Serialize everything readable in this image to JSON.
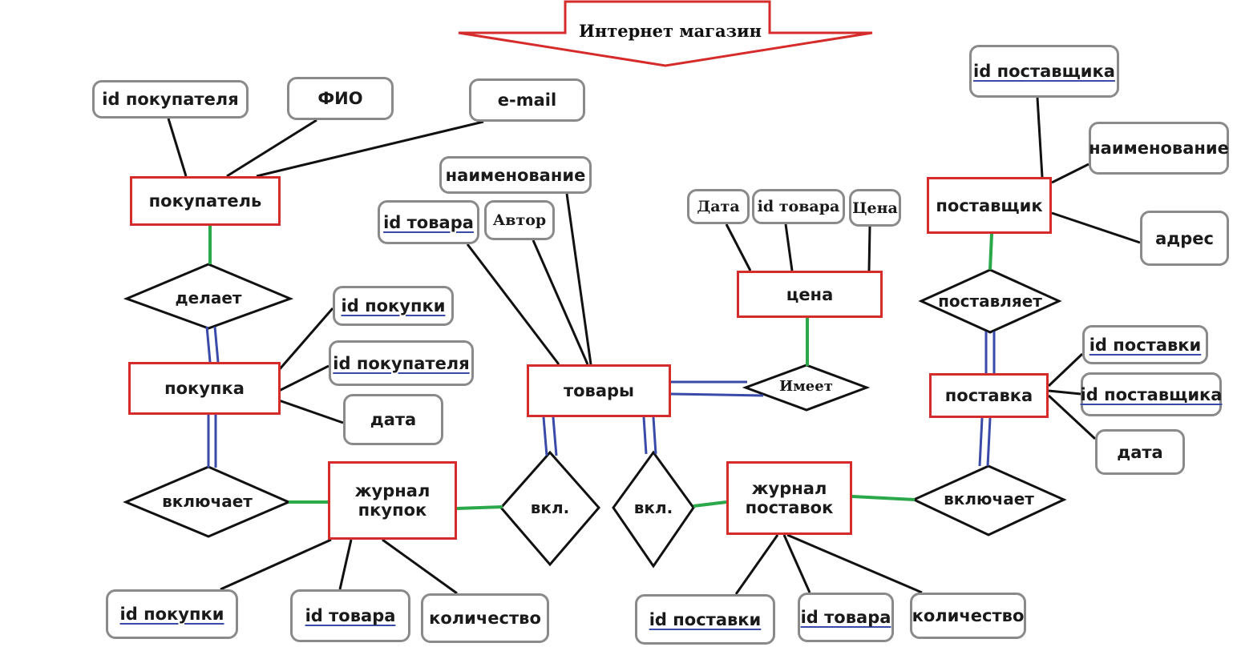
{
  "title": "Интернет магазин",
  "colors": {
    "entity_border": "#d62b2b",
    "attribute_border": "#8a8a8a",
    "identifying_link": "#3a4aa8",
    "relationship_link": "#2aa84a",
    "attribute_link": "#111111"
  },
  "entities": {
    "pokupatel": "покупатель",
    "pokupka": "покупка",
    "zhurnal_pokupok": "журнал пкупок",
    "tovary": "товары",
    "tsena": "цена",
    "postavshchik": "поставщик",
    "postavka": "поставка",
    "zhurnal_postavok": "журнал поставок"
  },
  "relationships": {
    "delaet": "делает",
    "vklyuchaet_left": "включает",
    "vkl_left": "вкл.",
    "vkl_right": "вкл.",
    "imeet": "Имеет",
    "postavlyaet": "поставляет",
    "vklyuchaet_right": "включает"
  },
  "attributes": {
    "pokupatel": {
      "id": "id покупателя",
      "fio": "ФИО",
      "email": "e-mail"
    },
    "pokupka": {
      "id": "id покупки",
      "id_pokupatelya": "id покупателя",
      "data": "дата"
    },
    "tovary": {
      "id": "id товара",
      "naimenovanie": "наименование",
      "avtor": "Автор"
    },
    "tsena": {
      "data": "Дата",
      "id_tovara": "id товара",
      "tsena": "Цена"
    },
    "postavshchik": {
      "id": "id поставщика",
      "naimenovanie": "наименование",
      "adres": "адрес"
    },
    "postavka": {
      "id": "id поставки",
      "id_postavshchika": "id поставщика",
      "data": "дата"
    },
    "zhurnal_pokupok": {
      "id_pokupki": "id покупки",
      "id_tovara": "id товара",
      "kolichestvo": "количество"
    },
    "zhurnal_postavok": {
      "id_postavki": "id поставки",
      "id_tovara": "id товара",
      "kolichestvo": "количество"
    }
  }
}
